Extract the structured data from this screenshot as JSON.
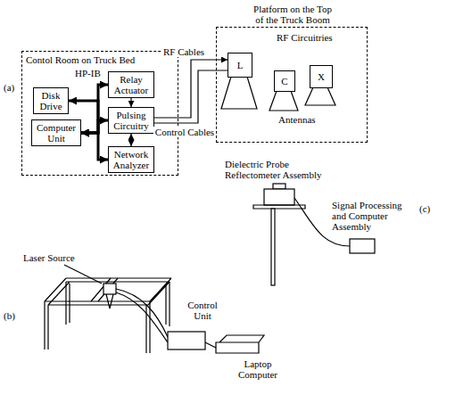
{
  "diagram": {
    "nodes": [
      {
        "text": [
          "Contol Room on Truck Bed"
        ]
      },
      {
        "text": [
          "Disk Drive"
        ],
        "in": 0
      },
      {
        "text": [
          "Computer Unit"
        ],
        "in": 0
      },
      {
        "text": [
          "Relay Actuator"
        ],
        "in": 0
      },
      {
        "text": [
          "Pulsing Circuitry"
        ],
        "in": 0
      },
      {
        "text": [
          "Network Analyzer"
        ],
        "in": 0
      },
      {
        "text": [
          "Platform on the Top of the Truck Boom"
        ]
      },
      {
        "text": [
          "L"
        ],
        "in": 6
      },
      {
        "text": [
          "C"
        ],
        "in": 6
      },
      {
        "text": [
          "X"
        ],
        "in": 6
      }
    ],
    "edges": [
      {
        "from": 2,
        "to": 1,
        "arrow": "both"
      },
      {
        "from": 2,
        "to": 3,
        "arrow": "both"
      },
      {
        "from": 2,
        "to": 4,
        "arrow": "both"
      },
      {
        "from": 2,
        "to": 5,
        "arrow": "both"
      },
      {
        "from": 3,
        "to": 4,
        "arrow": "to"
      },
      {
        "from": 4,
        "to": 5,
        "arrow": "both"
      },
      {
        "from": 4,
        "to": 7,
        "label": "RF Cables",
        "arrow": "to"
      },
      {
        "from": 4,
        "to": 7,
        "label": "Control Cables",
        "arrow": "none"
      }
    ],
    "labels": [
      "(a)",
      "HP-IB",
      "RF Circuitries",
      "Antennas",
      "(b)",
      "Laser Source",
      "Control Unit",
      "Laptop Computer",
      "(c)",
      "Dielectric Probe Reflectometer Assembly",
      "Signal Processing and Computer Assembly"
    ]
  }
}
